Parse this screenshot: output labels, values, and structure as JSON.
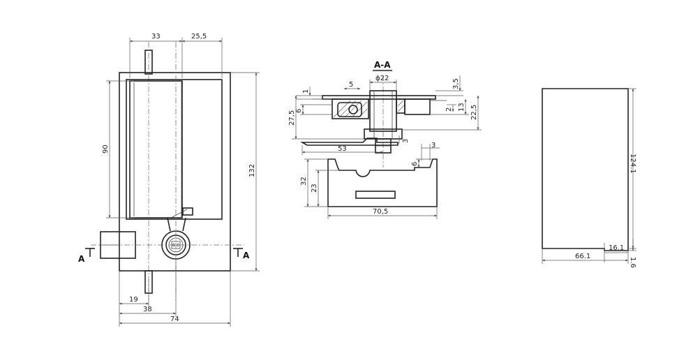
{
  "section": {
    "title": "A-A"
  },
  "section_marks": {
    "left": "A",
    "right": "A"
  },
  "front_view": {
    "dims": {
      "top_left": "33",
      "top_right": "25,5",
      "height_inner": "90",
      "height_total": "132",
      "bottom_1": "19",
      "bottom_2": "38",
      "bottom_3": "74"
    }
  },
  "section_view": {
    "dims": {
      "dia": "ϕ22",
      "d5": "5",
      "d1": "1",
      "d6": "6",
      "d27_5": "27,5",
      "d3_5": "3,5",
      "d2": "2",
      "d13": "13",
      "d22_5": "22,5",
      "d3_a": "3",
      "d53": "53",
      "d3_b": "3",
      "d6_b": "6",
      "d32": "32",
      "d23": "23",
      "d70_5": "70,5"
    }
  },
  "cutout": {
    "dims": {
      "height": "124.1",
      "notch_w": "16.1",
      "width": "66.1",
      "notch_h": "1.6"
    }
  }
}
